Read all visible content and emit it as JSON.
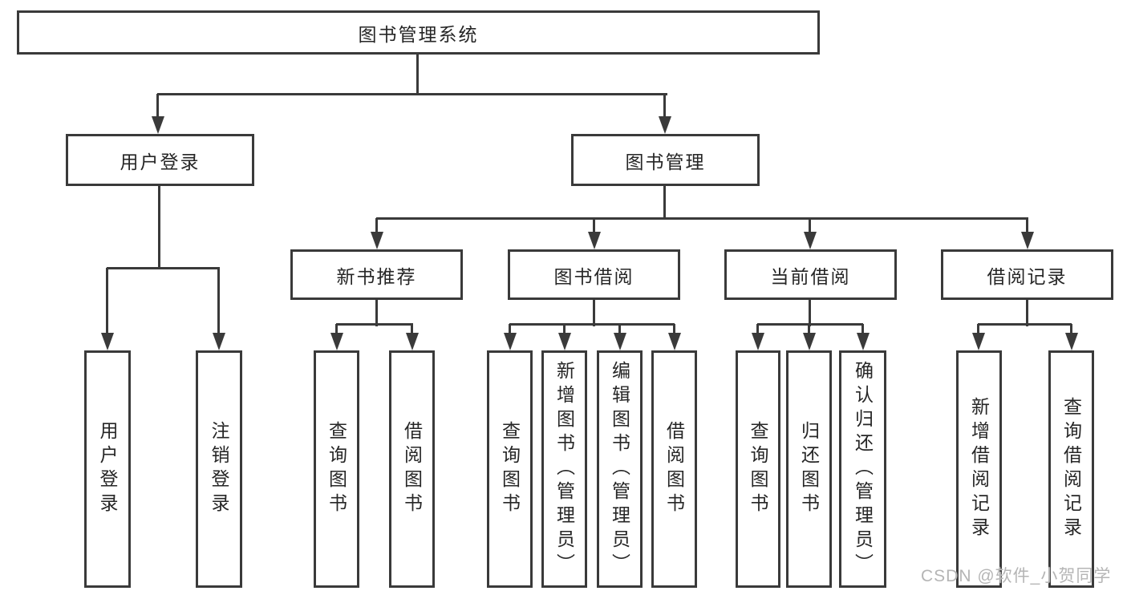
{
  "diagram": {
    "root": "图书管理系统",
    "level2": [
      {
        "label": "用户登录"
      },
      {
        "label": "图书管理"
      }
    ],
    "level3": [
      {
        "label": "新书推荐"
      },
      {
        "label": "图书借阅"
      },
      {
        "label": "当前借阅"
      },
      {
        "label": "借阅记录"
      }
    ],
    "leaves": {
      "user_login": [
        "用户登录",
        "注销登录"
      ],
      "new_books": [
        "查询图书",
        "借阅图书"
      ],
      "book_borrow": [
        "查询图书",
        "新增图书（管理员）",
        "编辑图书（管理员）",
        "借阅图书"
      ],
      "current_borrow": [
        "查询图书",
        "归还图书",
        "确认归还（管理员）"
      ],
      "borrow_records": [
        "新增借阅记录",
        "查询借阅记录"
      ]
    }
  },
  "watermark": "CSDN @软件_小贺同学",
  "colors": {
    "line": "#3a3a3a",
    "text": "#262626",
    "watermark": "#b5b5b5",
    "background": "#ffffff"
  }
}
